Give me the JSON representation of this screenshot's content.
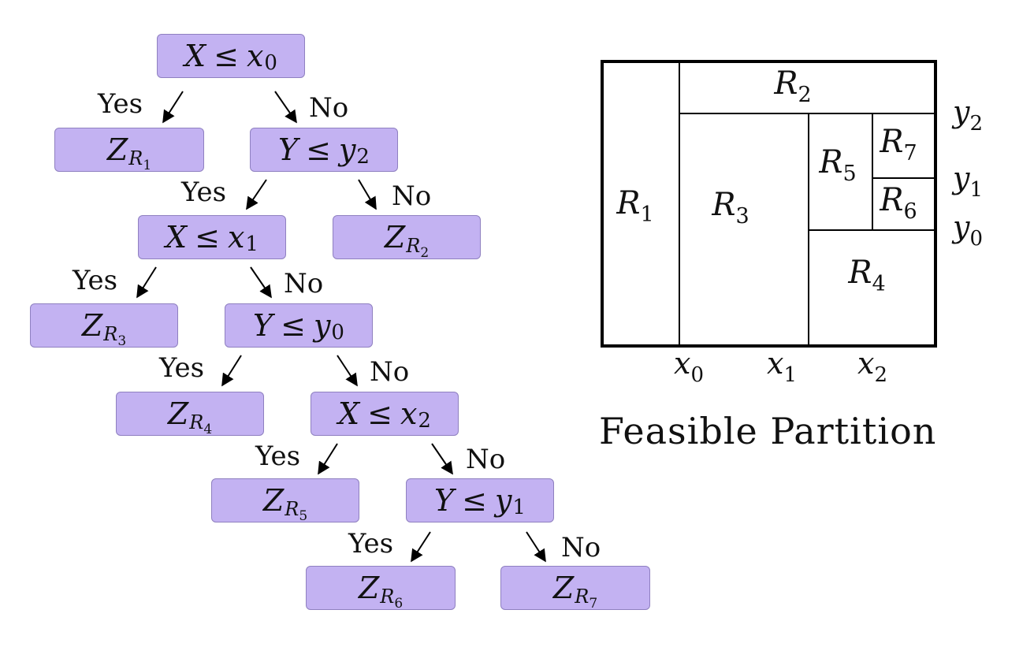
{
  "tree": {
    "yes_label": "Yes",
    "no_label": "No",
    "nodes": {
      "root": {
        "var": "X",
        "rel": "≤",
        "thr": "x",
        "thr_sub": "0"
      },
      "n_y2": {
        "var": "Y",
        "rel": "≤",
        "thr": "y",
        "thr_sub": "2"
      },
      "n_x1": {
        "var": "X",
        "rel": "≤",
        "thr": "x",
        "thr_sub": "1"
      },
      "n_y0": {
        "var": "Y",
        "rel": "≤",
        "thr": "y",
        "thr_sub": "0"
      },
      "n_x2": {
        "var": "X",
        "rel": "≤",
        "thr": "x",
        "thr_sub": "2"
      },
      "n_y1": {
        "var": "Y",
        "rel": "≤",
        "thr": "y",
        "thr_sub": "1"
      }
    },
    "leaves": {
      "z1": {
        "sym": "Z",
        "region": "R",
        "region_sub": "1"
      },
      "z2": {
        "sym": "Z",
        "region": "R",
        "region_sub": "2"
      },
      "z3": {
        "sym": "Z",
        "region": "R",
        "region_sub": "3"
      },
      "z4": {
        "sym": "Z",
        "region": "R",
        "region_sub": "4"
      },
      "z5": {
        "sym": "Z",
        "region": "R",
        "region_sub": "5"
      },
      "z6": {
        "sym": "Z",
        "region": "R",
        "region_sub": "6"
      },
      "z7": {
        "sym": "Z",
        "region": "R",
        "region_sub": "7"
      }
    }
  },
  "partition": {
    "title": "Feasible Partition",
    "regions": [
      {
        "name": "R",
        "sub": "1"
      },
      {
        "name": "R",
        "sub": "2"
      },
      {
        "name": "R",
        "sub": "3"
      },
      {
        "name": "R",
        "sub": "4"
      },
      {
        "name": "R",
        "sub": "5"
      },
      {
        "name": "R",
        "sub": "6"
      },
      {
        "name": "R",
        "sub": "7"
      }
    ],
    "x_ticks": [
      {
        "name": "x",
        "sub": "0"
      },
      {
        "name": "x",
        "sub": "1"
      },
      {
        "name": "x",
        "sub": "2"
      }
    ],
    "y_ticks": [
      {
        "name": "y",
        "sub": "2"
      },
      {
        "name": "y",
        "sub": "1"
      },
      {
        "name": "y",
        "sub": "0"
      }
    ]
  },
  "colors": {
    "node_fill": "#c3b2f2",
    "node_border": "#8f80c0",
    "line": "#000000"
  }
}
